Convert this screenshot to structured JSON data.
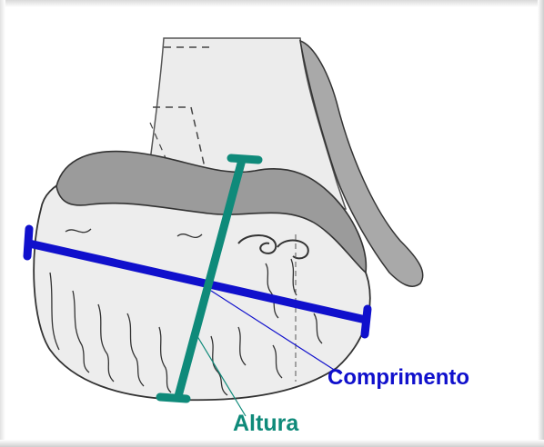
{
  "labels": {
    "comprimento": "Comprimento",
    "altura": "Altura"
  },
  "colors": {
    "comprimento_line": "#1010cc",
    "altura_line": "#0f8a7a",
    "bone_outline": "#333333",
    "bone_fill": "#e9e9e9",
    "condyle_fill": "#9a9a9a"
  },
  "icons": [
    "bone-illustration"
  ]
}
